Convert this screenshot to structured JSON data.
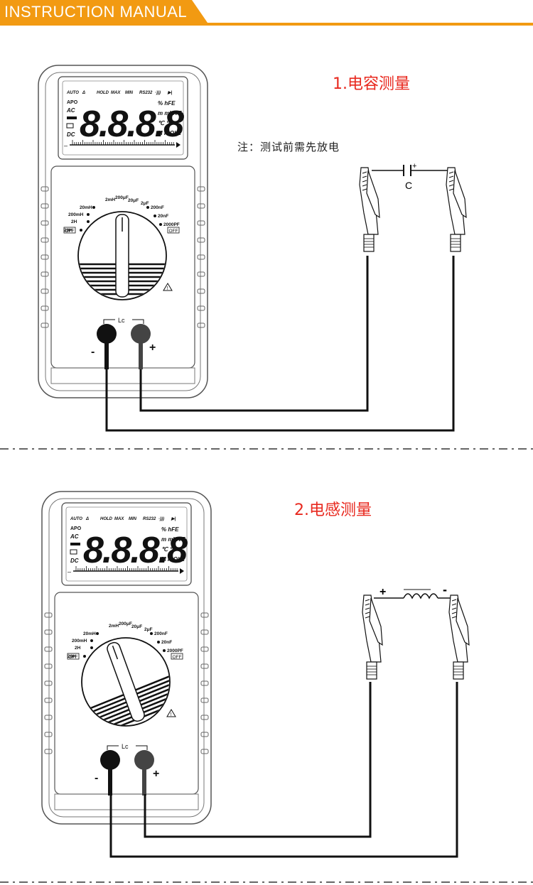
{
  "header": {
    "title": "INSTRUCTION MANUAL",
    "banner_color": "#f29a12"
  },
  "sections": [
    {
      "title": "1.电容测量",
      "note": "注：测试前需先放电",
      "component_label": "C",
      "component_polarity": "+"
    },
    {
      "title": "2.电感测量",
      "plus_label": "+",
      "minus_label": "-"
    }
  ],
  "meter": {
    "lcd_top_indicators": [
      "AUTO",
      "Δ",
      "HOLD",
      "MAX",
      "MIN",
      "RS232",
      "·)))",
      "▶|"
    ],
    "lcd_left_indicators": [
      "APO",
      "AC",
      "DC"
    ],
    "lcd_digits": "8.8.8.8",
    "lcd_units": [
      "% hFE",
      "m mVA F",
      "℃ ℉",
      "M K ΩHz"
    ],
    "dial_ranges_left": [
      "20mH",
      "200mH",
      "2H",
      "20H"
    ],
    "dial_ranges_top": [
      "2mH",
      "200μF",
      "20μF",
      "2μF"
    ],
    "dial_ranges_right": [
      "200nF",
      "20nF",
      "2000PF"
    ],
    "off_label": "OFF",
    "jack_label": "Lc",
    "negative_label": "-",
    "positive_label": "+"
  },
  "colors": {
    "accent_red": "#e8281e",
    "wire": "#111111",
    "outline": "#555555"
  }
}
